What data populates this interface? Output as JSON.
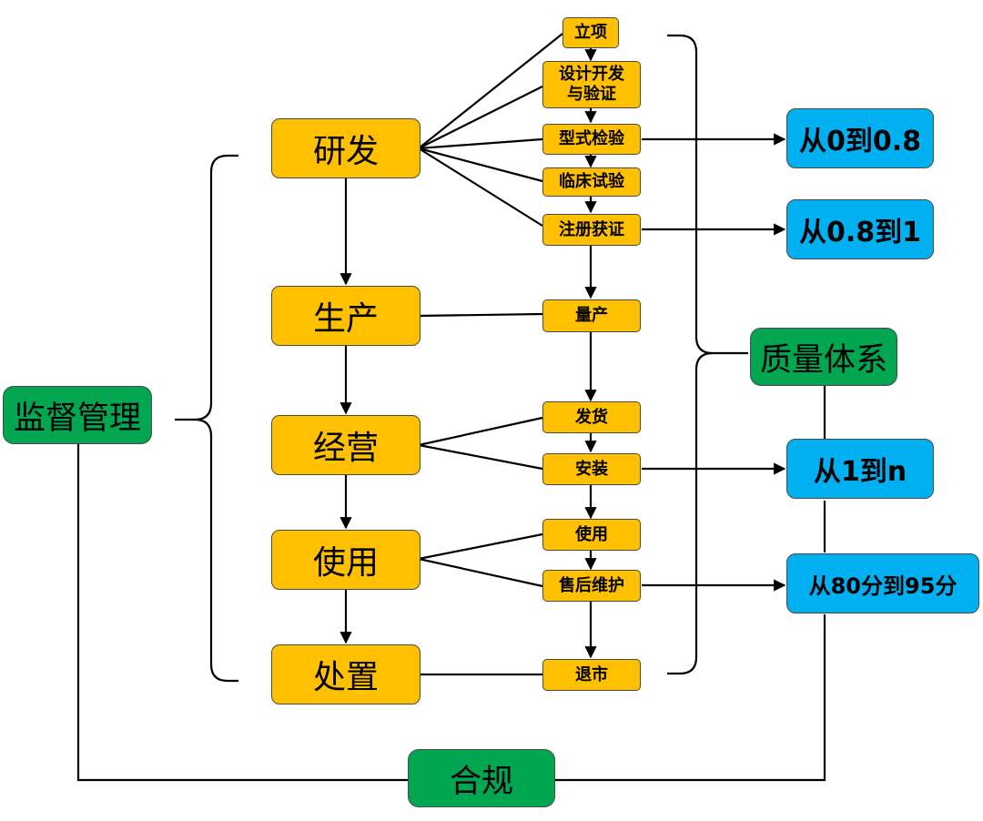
{
  "stages": [
    "研发",
    "生产",
    "经营",
    "使用",
    "处置"
  ],
  "steps": [
    "立项",
    "设计开发\n与验证",
    "型式检验",
    "临床试验",
    "注册获证",
    "量产",
    "发货",
    "安装",
    "使用",
    "售后维护",
    "退市"
  ],
  "left_label": "监督管理",
  "right_label": "质量体系",
  "bottom_label": "合规",
  "outcomes": [
    "从0到0.8",
    "从0.8到1",
    "从1到n",
    "从80分到95分"
  ]
}
